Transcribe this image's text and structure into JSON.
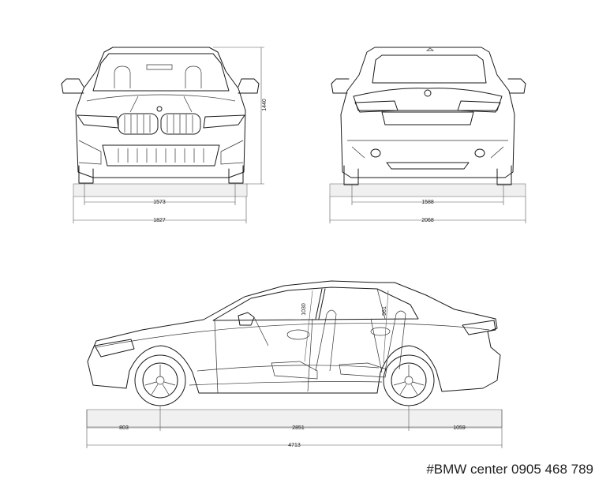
{
  "dimensions": {
    "front_track": "1573",
    "front_width": "1827",
    "height": "1440",
    "rear_track": "1588",
    "width_with_mirrors": "2068",
    "front_overhang": "803",
    "wheelbase": "2851",
    "rear_overhang": "1059",
    "length": "4713",
    "front_headroom": "1030",
    "rear_headroom": "961"
  },
  "watermark": "#BMW center 0905 468 789"
}
